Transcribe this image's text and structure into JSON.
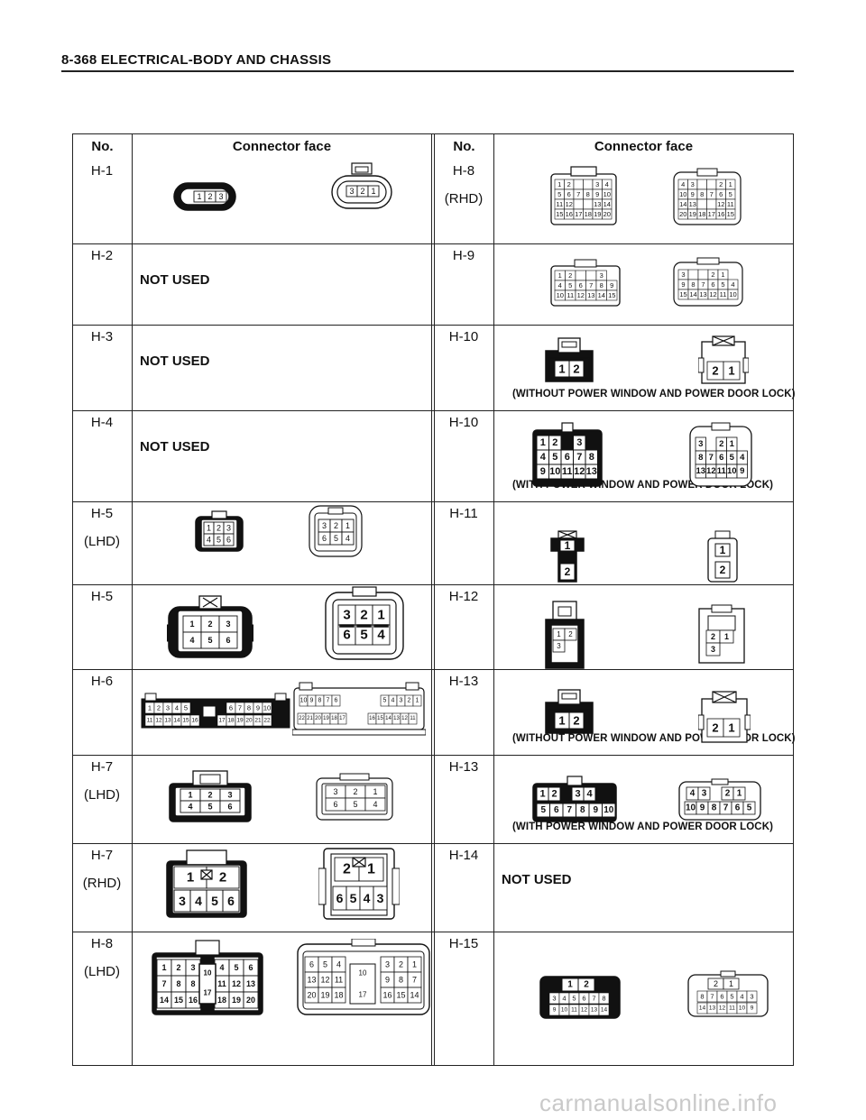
{
  "page_header": "8-368  ELECTRICAL-BODY AND CHASSIS",
  "table": {
    "col_no": "No.",
    "col_face": "Connector face",
    "left": [
      {
        "no": "H-1",
        "sub": ""
      },
      {
        "no": "H-2",
        "sub": "",
        "not_used": "NOT USED"
      },
      {
        "no": "H-3",
        "sub": "",
        "not_used": "NOT USED"
      },
      {
        "no": "H-4",
        "sub": "",
        "not_used": "NOT USED"
      },
      {
        "no": "H-5",
        "sub": "(LHD)"
      },
      {
        "no": "H-5",
        "sub": ""
      },
      {
        "no": "H-6",
        "sub": ""
      },
      {
        "no": "H-7",
        "sub": "(LHD)"
      },
      {
        "no": "H-7",
        "sub": "(RHD)"
      },
      {
        "no": "H-8",
        "sub": "(LHD)"
      }
    ],
    "right": [
      {
        "no": "H-8",
        "sub": "(RHD)"
      },
      {
        "no": "H-9",
        "sub": ""
      },
      {
        "no": "H-10",
        "sub": "",
        "note": "(WITHOUT POWER WINDOW AND POWER DOOR LOCK)"
      },
      {
        "no": "H-10",
        "sub": "",
        "note": "(WITH POWER WINDOW AND POWER DOOR LOCK)"
      },
      {
        "no": "H-11",
        "sub": ""
      },
      {
        "no": "H-12",
        "sub": ""
      },
      {
        "no": "H-13",
        "sub": "",
        "note": "(WITHOUT POWER WINDOW AND POWER DOOR LOCK)"
      },
      {
        "no": "H-13",
        "sub": "",
        "note": "(WITH POWER WINDOW AND POWER DOOR LOCK)"
      },
      {
        "no": "H-14",
        "sub": "",
        "not_used": "NOT USED"
      },
      {
        "no": "H-15",
        "sub": ""
      }
    ]
  },
  "connectors": {
    "h1": {
      "a": [
        "1",
        "2",
        "3"
      ],
      "b": [
        "3",
        "2",
        "1"
      ]
    },
    "h5lhd": {
      "a": [
        [
          "1",
          "2",
          "3"
        ],
        [
          "4",
          "5",
          "6"
        ]
      ],
      "b": [
        [
          "3",
          "2",
          "1"
        ],
        [
          "6",
          "5",
          "4"
        ]
      ]
    },
    "h5": {
      "a": [
        [
          "1",
          "2",
          "3"
        ],
        [
          "4",
          "5",
          "6"
        ]
      ],
      "b": [
        [
          "3",
          "2",
          "1"
        ],
        [
          "6",
          "5",
          "4"
        ]
      ]
    },
    "h6": {
      "a1": [
        "1",
        "2",
        "3",
        "4",
        "5"
      ],
      "a2": [
        "6",
        "7",
        "8",
        "9",
        "10"
      ],
      "a3": [
        "11",
        "12",
        "13",
        "14",
        "15",
        "16"
      ],
      "a4": [
        "17",
        "18",
        "19",
        "20",
        "21",
        "22"
      ],
      "b1": [
        "10",
        "9",
        "8",
        "7",
        "6"
      ],
      "b2": [
        "5",
        "4",
        "3",
        "2",
        "1"
      ],
      "b3": [
        "22",
        "21",
        "20",
        "19",
        "18",
        "17"
      ],
      "b4": [
        "16",
        "15",
        "14",
        "13",
        "12",
        "11"
      ]
    },
    "h7lhd": {
      "a": [
        [
          "1",
          "2",
          "3"
        ],
        [
          "4",
          "5",
          "6"
        ]
      ],
      "b": [
        [
          "3",
          "2",
          "1"
        ],
        [
          "6",
          "5",
          "4"
        ]
      ]
    },
    "h7rhd": {
      "a1": [
        "1",
        "2"
      ],
      "a2": [
        "3",
        "4",
        "5",
        "6"
      ],
      "b1": [
        "2",
        "1"
      ],
      "b2": [
        "6",
        "5",
        "4",
        "3"
      ]
    },
    "h8lhd": {
      "a1": [
        [
          "1",
          "2",
          "3"
        ],
        [
          "7",
          "8",
          "8"
        ],
        [
          "14",
          "15",
          "16"
        ]
      ],
      "ac": [
        "10",
        "17"
      ],
      "a2": [
        [
          "4",
          "5",
          "6"
        ],
        [
          "11",
          "12",
          "13"
        ],
        [
          "18",
          "19",
          "20"
        ]
      ],
      "b1": [
        [
          "6",
          "5",
          "4"
        ],
        [
          "13",
          "12",
          "11"
        ],
        [
          "20",
          "19",
          "18"
        ]
      ],
      "bc": [
        "10",
        "17"
      ],
      "b2": [
        [
          "3",
          "2",
          "1"
        ],
        [
          "9",
          "8",
          "7"
        ],
        [
          "16",
          "15",
          "14"
        ]
      ]
    },
    "h8rhd": {
      "a": [
        [
          "1",
          "2",
          "",
          "",
          "3",
          "4"
        ],
        [
          "5",
          "6",
          "7",
          "8",
          "9",
          "10"
        ],
        [
          "11",
          "12",
          "",
          "",
          "13",
          "14"
        ],
        [
          "15",
          "16",
          "17",
          "18",
          "19",
          "20"
        ]
      ],
      "b": [
        [
          "4",
          "3",
          "",
          "",
          "2",
          "1"
        ],
        [
          "10",
          "9",
          "8",
          "7",
          "6",
          "5"
        ],
        [
          "14",
          "13",
          "",
          "",
          "12",
          "11"
        ],
        [
          "20",
          "19",
          "18",
          "17",
          "16",
          "15"
        ]
      ]
    },
    "h9": {
      "a": [
        [
          "1",
          "2",
          "",
          "",
          "3"
        ],
        [
          "4",
          "5",
          "6",
          "7",
          "8",
          "9"
        ],
        [
          "10",
          "11",
          "12",
          "13",
          "14",
          "15"
        ]
      ],
      "b": [
        [
          "3",
          "",
          "",
          "2",
          "1"
        ],
        [
          "9",
          "8",
          "7",
          "6",
          "5",
          "4"
        ],
        [
          "15",
          "14",
          "13",
          "12",
          "11",
          "10"
        ]
      ]
    },
    "h10a": {
      "a": [
        "1",
        "2"
      ],
      "b": [
        "2",
        "1"
      ]
    },
    "h10b": {
      "a": [
        [
          "1",
          "2",
          "",
          "3"
        ],
        [
          "4",
          "5",
          "6",
          "7",
          "8"
        ],
        [
          "9",
          "10",
          "11",
          "12",
          "13"
        ]
      ],
      "b": [
        [
          "3",
          "",
          "2",
          "1"
        ],
        [
          "8",
          "7",
          "6",
          "5",
          "4"
        ],
        [
          "13",
          "12",
          "11",
          "10",
          "9"
        ]
      ]
    },
    "h11": {
      "a": [
        "1",
        "2"
      ],
      "b": [
        "1",
        "2"
      ]
    },
    "h12": {
      "a": [
        [
          "1",
          "2"
        ],
        [
          "3"
        ]
      ],
      "b": [
        [
          "2",
          "1"
        ],
        [
          "3"
        ]
      ]
    },
    "h13a": {
      "a": [
        "1",
        "2"
      ],
      "b": [
        "2",
        "1"
      ]
    },
    "h13b": {
      "a1": [
        "1",
        "2",
        "",
        "3",
        "4"
      ],
      "a2": [
        "5",
        "6",
        "7",
        "8",
        "9",
        "10"
      ],
      "b1": [
        "4",
        "3",
        "",
        "2",
        "1"
      ],
      "b2": [
        "10",
        "9",
        "8",
        "7",
        "6",
        "5"
      ]
    },
    "h15": {
      "a1": [
        "1",
        "2"
      ],
      "a2": [
        "3",
        "4",
        "5",
        "6",
        "7",
        "8"
      ],
      "a3": [
        "9",
        "10",
        "11",
        "12",
        "13",
        "14"
      ],
      "b1": [
        "2",
        "1"
      ],
      "b2": [
        "8",
        "7",
        "6",
        "5",
        "4",
        "3"
      ],
      "b3": [
        "14",
        "13",
        "12",
        "11",
        "10",
        "9"
      ]
    }
  },
  "watermark": "carmanualsonline.info"
}
